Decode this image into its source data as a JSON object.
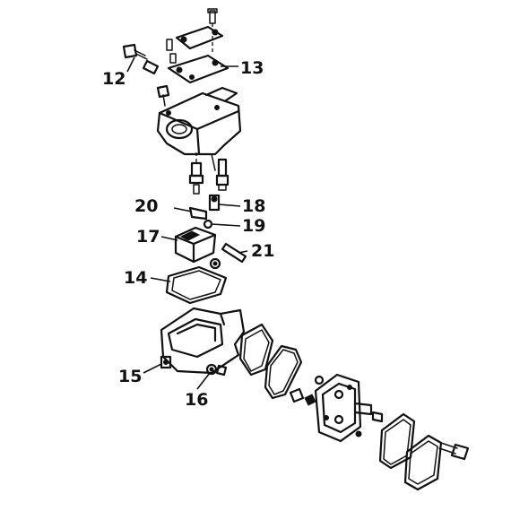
{
  "labels": {
    "p12": "12",
    "p13": "13",
    "p14": "14",
    "p15": "15",
    "p16": "16",
    "p17": "17",
    "p18": "18",
    "p19": "19",
    "p20": "20",
    "p21": "21"
  },
  "colors": {
    "ink": "#111111",
    "paper": "#ffffff"
  }
}
